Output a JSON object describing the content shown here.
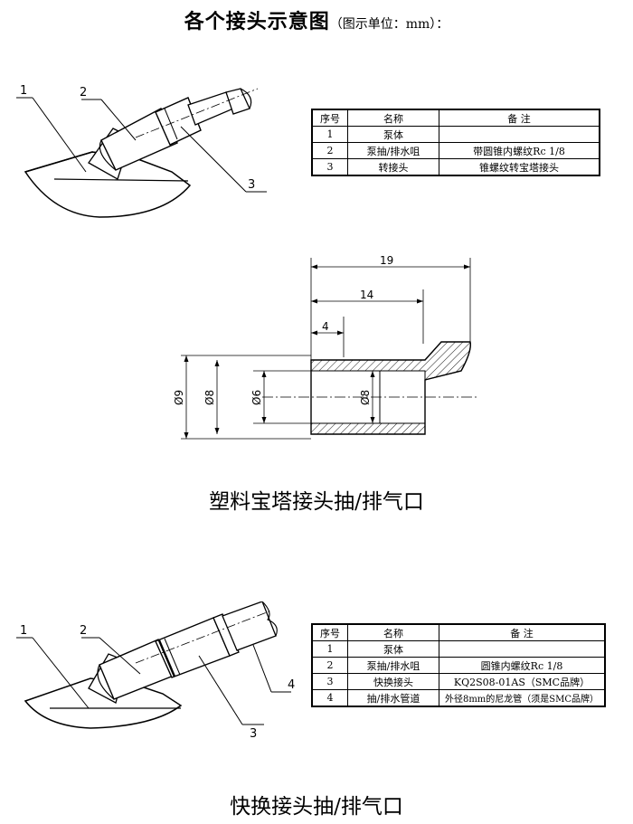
{
  "title": {
    "main": "各个接头示意图",
    "unit": "（图示单位：mm）："
  },
  "section1": {
    "callouts": [
      "1",
      "2",
      "3"
    ],
    "table": {
      "headers": [
        "序号",
        "名称",
        "备  注"
      ],
      "rows": [
        [
          "1",
          "泵体",
          ""
        ],
        [
          "2",
          "泵抽/排水咀",
          "带圆锥内螺纹Rc 1/8"
        ],
        [
          "3",
          "转接头",
          "锥螺纹转宝塔接头"
        ]
      ]
    }
  },
  "section2": {
    "dimensions": {
      "total_length": "19",
      "mid_length": "14",
      "short_length": "4",
      "d9": "Ø9",
      "d8_outer": "Ø8",
      "d6": "Ø6",
      "d8_inner": "Ø8"
    },
    "caption": "塑料宝塔接头抽/排气口"
  },
  "section3": {
    "callouts": [
      "1",
      "2",
      "3",
      "4"
    ],
    "table": {
      "headers": [
        "序号",
        "名称",
        "备  注"
      ],
      "rows": [
        [
          "1",
          "泵体",
          ""
        ],
        [
          "2",
          "泵抽/排水咀",
          "圆锥内螺纹Rc 1/8"
        ],
        [
          "3",
          "快换接头",
          "KQ2S08-01AS（SMC品牌）"
        ],
        [
          "4",
          "抽/排水管道",
          "外径8mm的尼龙管（须是SMC品牌）"
        ]
      ]
    },
    "caption": "快换接头抽/排气口"
  }
}
